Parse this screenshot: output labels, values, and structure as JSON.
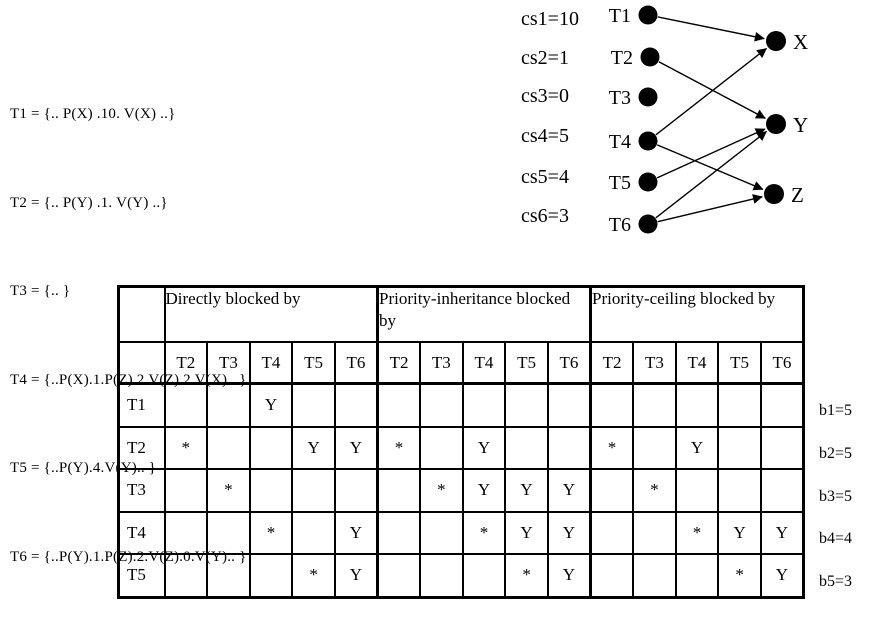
{
  "task_definitions": {
    "lines": [
      "T1 = {.. P(X) .10. V(X) ..}",
      "T2 = {.. P(Y) .1. V(Y) ..}",
      "T3 = {.. }",
      "T4 = {..P(X).1.P(Z).2.V(Z).2.V(X).. }",
      "T5 = {..P(Y).4.V(Y).. }",
      "T6 = {..P(Y).1.P(Z).2.V(Z).0.V(Y).. }"
    ]
  },
  "graph": {
    "cs_labels": [
      "cs1=10",
      "cs2=1",
      "cs3=0",
      "cs4=5",
      "cs5=4",
      "cs6=3"
    ],
    "task_nodes": [
      "T1",
      "T2",
      "T3",
      "T4",
      "T5",
      "T6"
    ],
    "resource_nodes": [
      "X",
      "Y",
      "Z"
    ],
    "edges": [
      {
        "from": "T1",
        "to": "X"
      },
      {
        "from": "T2",
        "to": "Y"
      },
      {
        "from": "T4",
        "to": "X"
      },
      {
        "from": "T4",
        "to": "Z"
      },
      {
        "from": "T5",
        "to": "Y"
      },
      {
        "from": "T6",
        "to": "Y"
      },
      {
        "from": "T6",
        "to": "Z"
      }
    ],
    "node_color": "#000000"
  },
  "table": {
    "group_headers": [
      "Directly blocked by",
      "Priority-inheritance blocked by",
      "Priority-ceiling blocked by"
    ],
    "sub_headers": [
      "T2",
      "T3",
      "T4",
      "T5",
      "T6"
    ],
    "rows": [
      {
        "label": "T1",
        "directly": [
          "",
          "",
          "Y",
          "",
          ""
        ],
        "inheritance": [
          "",
          "",
          "",
          "",
          ""
        ],
        "ceiling": [
          "",
          "",
          "",
          "",
          ""
        ]
      },
      {
        "label": "T2",
        "directly": [
          "*",
          "",
          "",
          "Y",
          "Y"
        ],
        "inheritance": [
          "*",
          "",
          "Y",
          "",
          ""
        ],
        "ceiling": [
          "*",
          "",
          "Y",
          "",
          ""
        ]
      },
      {
        "label": "T3",
        "directly": [
          "",
          "*",
          "",
          "",
          ""
        ],
        "inheritance": [
          "",
          "*",
          "Y",
          "Y",
          "Y"
        ],
        "ceiling": [
          "",
          "*",
          "",
          "",
          ""
        ]
      },
      {
        "label": "T4",
        "directly": [
          "",
          "",
          "*",
          "",
          "Y"
        ],
        "inheritance": [
          "",
          "",
          "*",
          "Y",
          "Y"
        ],
        "ceiling": [
          "",
          "",
          "*",
          "Y",
          "Y"
        ]
      },
      {
        "label": "T5",
        "directly": [
          "",
          "",
          "",
          "*",
          "Y"
        ],
        "inheritance": [
          "",
          "",
          "",
          "*",
          "Y"
        ],
        "ceiling": [
          "",
          "",
          "",
          "*",
          "Y"
        ]
      }
    ]
  },
  "blocking_factors": [
    "b1=5",
    "b2=5",
    "b3=5",
    "b4=4",
    "b5=3"
  ]
}
